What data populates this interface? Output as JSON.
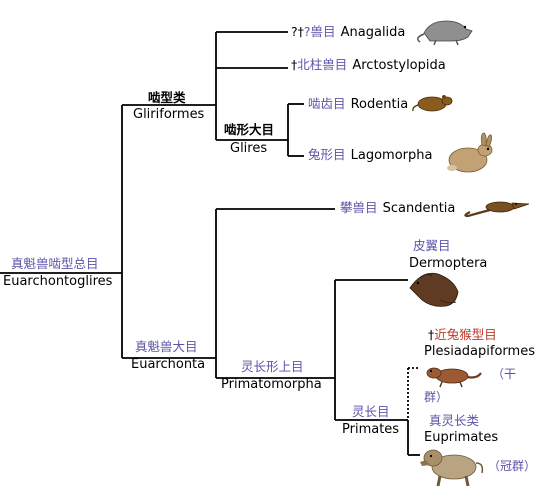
{
  "root": {
    "zh": "真魁兽啮型总目",
    "en": "Euarchontoglires"
  },
  "gliriformes": {
    "zh": "啮型类",
    "en": "Gliriformes"
  },
  "glires": {
    "zh": "啮形大目",
    "en": "Glires"
  },
  "anagalida": {
    "dagger": "?†",
    "zh": "?兽目",
    "en": "Anagalida"
  },
  "arctostylopida": {
    "dagger": "†",
    "zh": "北柱兽目",
    "en": "Arctostylopida"
  },
  "rodentia": {
    "zh": "啮齿目",
    "en": "Rodentia"
  },
  "lagomorpha": {
    "zh": "兔形目",
    "en": "Lagomorpha"
  },
  "scandentia": {
    "zh": "攀兽目",
    "en": "Scandentia"
  },
  "euarchonta": {
    "zh": "真魁兽大目",
    "en": "Euarchonta"
  },
  "dermoptera": {
    "zh": "皮翼目",
    "en": "Dermoptera"
  },
  "primatomorpha": {
    "zh": "灵长形上目",
    "en": "Primatomorpha"
  },
  "plesiadapiformes": {
    "dagger": "†",
    "zh": "近兔猴型目",
    "en": "Plesiadapiformes",
    "note_top": "（干",
    "note_bottom": "群）"
  },
  "primates": {
    "zh": "灵长目",
    "en": "Primates"
  },
  "euprimates": {
    "zh": "真灵长类",
    "en": "Euprimates",
    "note": "（冠群）"
  },
  "icons": [
    "anagalid-animal-icon",
    "arctostylopid-animal-icon",
    "rodent-icon",
    "hare-icon",
    "treeshrew-icon",
    "colugo-icon",
    "plesiadapid-icon",
    "baboon-icon"
  ]
}
